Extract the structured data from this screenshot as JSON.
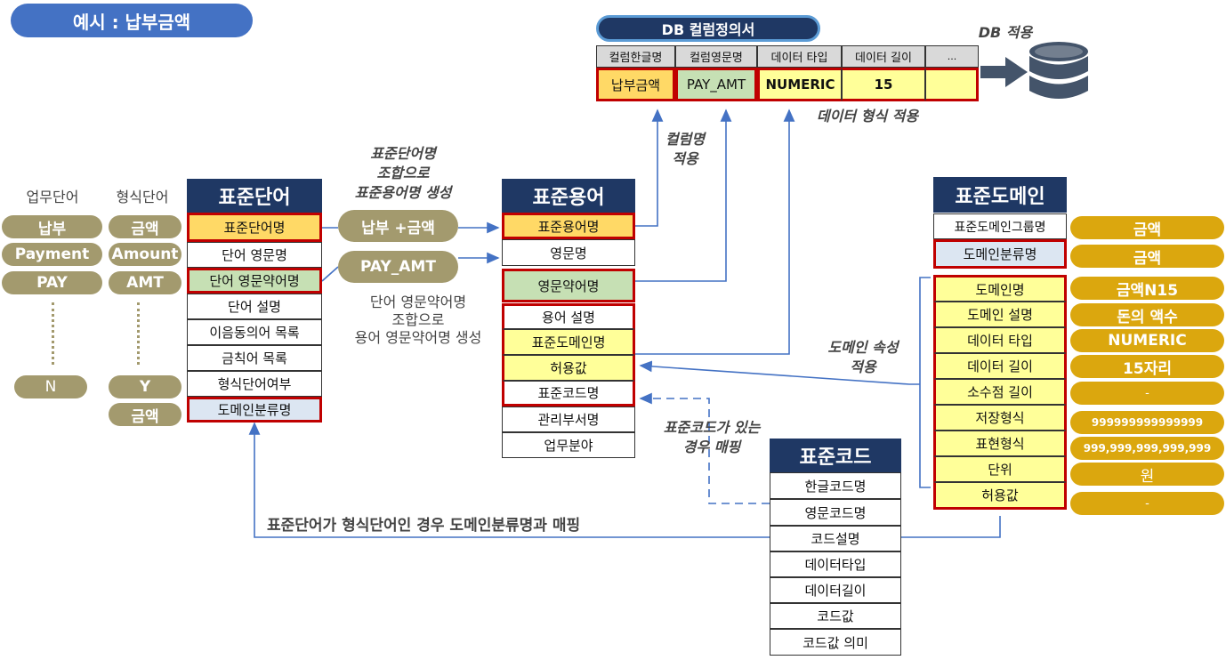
{
  "title": "예시 : 납부금액",
  "db_spec": {
    "title": "DB 컬럼정의서",
    "headers": [
      "컬럼한글명",
      "컬럼영문명",
      "데이터 타입",
      "데이터 길이",
      "..."
    ],
    "values": [
      "납부금액",
      "PAY_AMT",
      "NUMERIC",
      "15",
      ""
    ],
    "apply_label": "DB 적용"
  },
  "labels": {
    "data_type_apply": "데이터 형식 적용",
    "column_name_apply": [
      "컬럼명",
      "적용"
    ],
    "std_word_combine": [
      "표준단어명",
      "조합으로",
      "표준용어명 생성"
    ],
    "abbr_combine": [
      "단어 영문약어명",
      "조합으로",
      "용어 영문약어명 생성"
    ],
    "domain_attr_apply": [
      "도메인 속성",
      "적용"
    ],
    "std_code_mapping": [
      "표준코드가 있는",
      "경우 매핑"
    ],
    "bottom_mapping": "표준단어가 형식단어인 경우 도메인분류명과 매핑"
  },
  "left_words": {
    "business_header": "업무단어",
    "format_header": "형식단어",
    "business": [
      "납부",
      "Payment",
      "PAY",
      "N"
    ],
    "format": [
      "금액",
      "Amount",
      "AMT",
      "Y",
      "금액"
    ]
  },
  "std_word": {
    "title": "표준단어",
    "rows": [
      "표준단어명",
      "단어 영문명",
      "단어 영문약어명",
      "단어 설명",
      "이음동의어 목록",
      "금칙어 목록",
      "형식단어여부",
      "도메인분류명"
    ]
  },
  "combine_pills": [
    "납부 +금액",
    "PAY_AMT"
  ],
  "std_term": {
    "title": "표준용어",
    "rows": [
      "표준용어명",
      "영문명",
      "영문약어명",
      "용어 설명",
      "표준도메인명",
      "허용값",
      "표준코드명",
      "관리부서명",
      "업무분야"
    ]
  },
  "std_domain": {
    "title": "표준도메인",
    "rows": [
      "표준도메인그룹명",
      "도메인분류명",
      "도메인명",
      "도메인 설명",
      "데이터 타입",
      "데이터 길이",
      "소수점 길이",
      "저장형식",
      "표현형식",
      "단위",
      "허용값"
    ],
    "values": [
      "금액",
      "금액",
      "금액N15",
      "돈의 액수",
      "NUMERIC",
      "15자리",
      "-",
      "999999999999999",
      "999,999,999,999,999",
      "원",
      "-"
    ]
  },
  "std_code": {
    "title": "표준코드",
    "rows": [
      "한글코드명",
      "영문코드명",
      "코드설명",
      "데이터타입",
      "데이터길이",
      "코드값",
      "코드값 의미"
    ]
  },
  "colors": {
    "navy_header": "#1f3864",
    "olive_pill": "#a39a6e",
    "gold_pill": "#dba70e",
    "highlight_border": "#c00000",
    "arrow_blue": "#4472c4"
  }
}
